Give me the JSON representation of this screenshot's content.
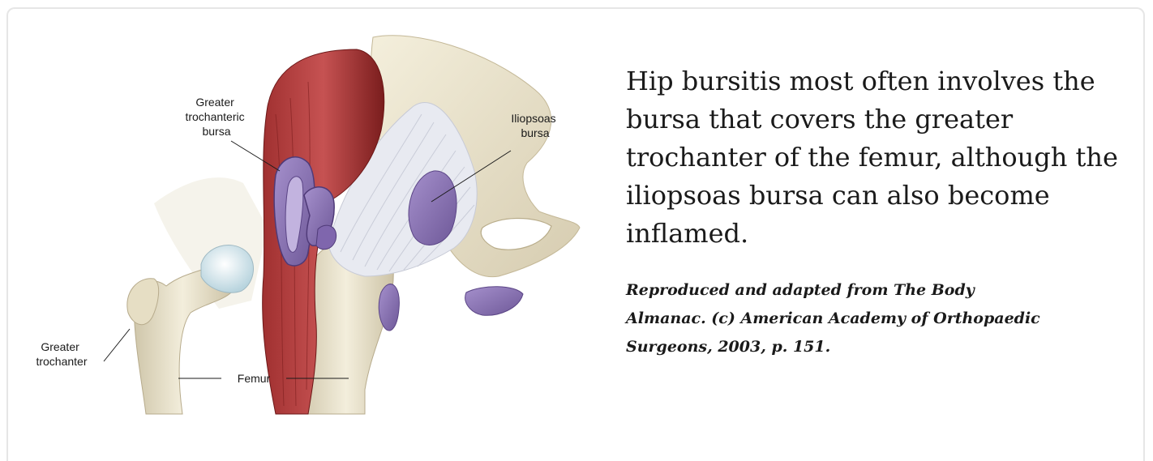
{
  "figure": {
    "labels": {
      "greater_trochanteric_bursa": [
        "Greater",
        "trochanteric",
        "bursa"
      ],
      "iliopsoas_bursa": [
        "Iliopsoas",
        "bursa"
      ],
      "greater_trochanter": [
        "Greater",
        "trochanter"
      ],
      "femur": "Femur"
    },
    "colors": {
      "bone": "#ece4cc",
      "muscle": "#8e2424",
      "bursa": "#8e74b6",
      "ligament": "#e4e6ee"
    }
  },
  "caption": {
    "main": "Hip bursitis most often involves the bursa that covers the greater trochanter of the femur, although the iliopsoas bursa can also become inflamed.",
    "credit": "Reproduced and adapted from The Body Almanac. (c) American Academy of Orthopaedic Surgeons, 2003, p. 151."
  }
}
